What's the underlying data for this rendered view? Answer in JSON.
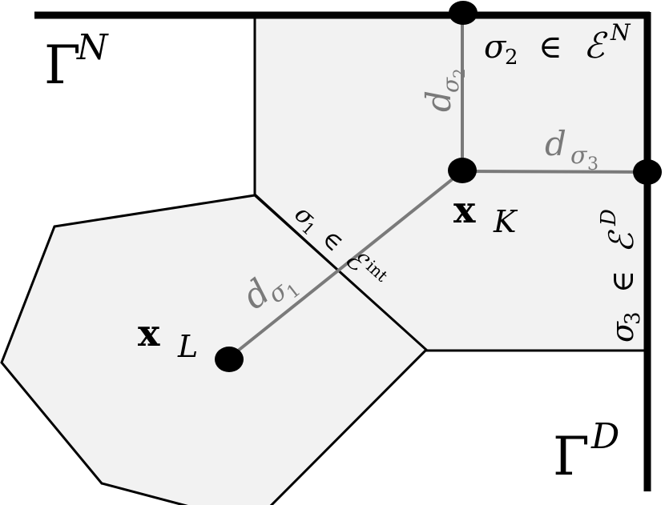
{
  "diagram": {
    "title": "Finite volume mesh: two control volumes K and L with boundary edges",
    "colors": {
      "cell_fill": "#f2f2f2",
      "cell_edge": "#000000",
      "distance_line": "#7a7a7a",
      "boundary": "#000000",
      "node": "#000000",
      "background": "#ffffff"
    },
    "boundaries": {
      "neumann": {
        "symbol": "Γ",
        "superscript": "N"
      },
      "dirichlet": {
        "symbol": "Γ",
        "superscript": "D"
      }
    },
    "nodes": {
      "xK": {
        "base": "x",
        "subscript": "K"
      },
      "xL": {
        "base": "x",
        "subscript": "L"
      }
    },
    "edges": {
      "sigma1": {
        "base": "σ",
        "sub": "1",
        "rel": "∈",
        "set": "ℰ",
        "set_sup": "int"
      },
      "sigma2": {
        "base": "σ",
        "sub": "2",
        "rel": "∈",
        "set": "ℰ",
        "set_sup": "N"
      },
      "sigma3": {
        "base": "σ",
        "sub": "3",
        "rel": "∈",
        "set": "ℰ",
        "set_sup": "D"
      }
    },
    "distances": {
      "d1": {
        "base": "d",
        "sub_base": "σ",
        "sub_index": "1"
      },
      "d2": {
        "base": "d",
        "sub_base": "σ",
        "sub_index": "2"
      },
      "d3": {
        "base": "d",
        "sub_base": "σ",
        "sub_index": "3"
      }
    }
  }
}
